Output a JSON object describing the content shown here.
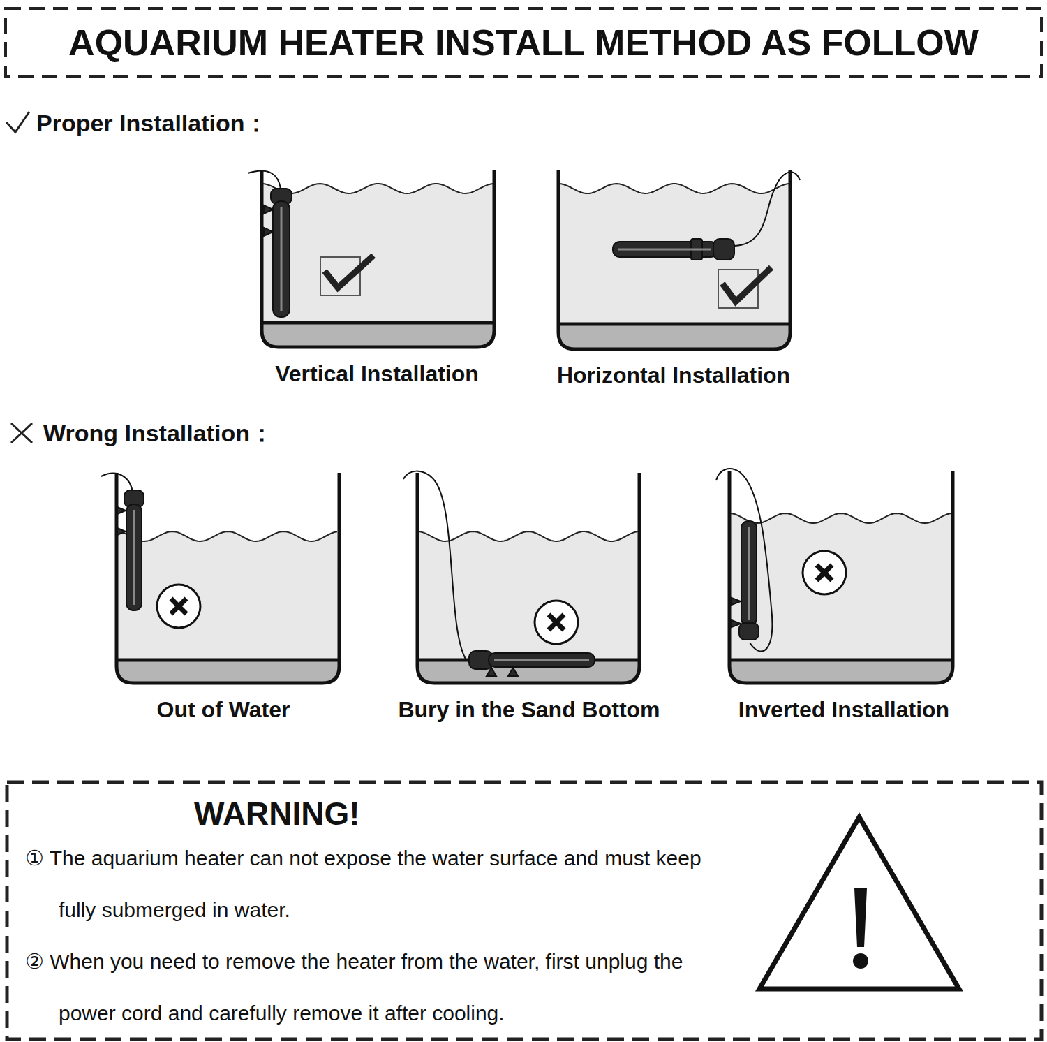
{
  "diagram": {
    "title": "AQUARIUM HEATER INSTALL METHOD AS FOLLOW",
    "nodes": [
      {
        "text": [
          "WARNING!",
          "① The aquarium heater can not expose the water surface and must keep fully submerged in water.",
          "② When you need to remove the heater from the water, first unplug the power cord and carefully remove it after cooling."
        ]
      }
    ],
    "labels": [
      "Proper Installation：",
      "Vertical Installation",
      "Horizontal Installation",
      "Wrong Installation：",
      "Out of Water",
      "Bury in the Sand Bottom",
      "Inverted Installation"
    ]
  }
}
